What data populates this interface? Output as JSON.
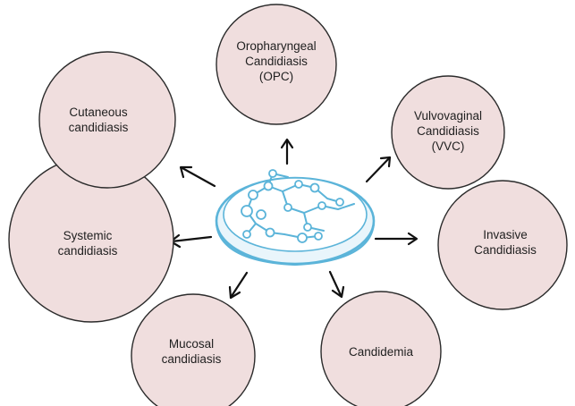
{
  "colors": {
    "node_fill": "#f0dede",
    "node_stroke": "#2b2b2b",
    "arrow": "#111111",
    "dish_fill": "#ffffff",
    "dish_stroke": "#5bb4d9",
    "dish_rim": "#e9f5fb"
  },
  "center": {
    "icon": "petri-dish-icon"
  },
  "nodes": [
    {
      "id": "opc",
      "lines": [
        "Oropharyngeal",
        "Candidiasis",
        "(OPC)"
      ]
    },
    {
      "id": "vvc",
      "lines": [
        "Vulvovaginal",
        "Candidiasis",
        "(VVC)"
      ]
    },
    {
      "id": "invasive",
      "lines": [
        "Invasive",
        "Candidiasis"
      ]
    },
    {
      "id": "candidemia",
      "lines": [
        "Candidemia"
      ]
    },
    {
      "id": "mucosal",
      "lines": [
        "Mucosal",
        "candidiasis"
      ]
    },
    {
      "id": "systemic",
      "lines": [
        "Systemic",
        "candidiasis"
      ]
    },
    {
      "id": "cutaneous",
      "lines": [
        "Cutaneous",
        "candidiasis"
      ]
    }
  ]
}
